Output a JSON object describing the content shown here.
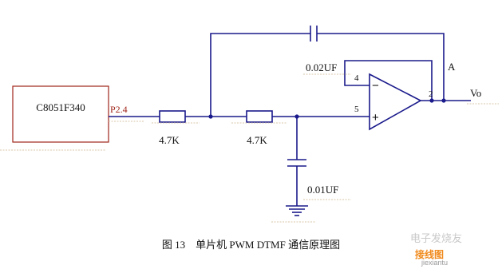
{
  "diagram": {
    "mcu_label": "C8051F340",
    "port_label": "P2.4",
    "r1_label": "4.7K",
    "r2_label": "4.7K",
    "c_feedback_label": "0.02UF",
    "c_ground_label": "0.01UF",
    "pin_inverting": "4",
    "pin_noninverting": "5",
    "pin_output": "2",
    "node_a_label": "A",
    "output_label": "Vo",
    "minus_sign": "−",
    "plus_sign": "+"
  },
  "caption": "图 13　单片机 PWM DTMF 通信原理图",
  "watermark": {
    "name": "电子发烧友",
    "site": "接线图",
    "url": "jiexiantu"
  },
  "colors": {
    "wire": "#1a1a8c",
    "port_label": "#a0261a",
    "watermark_orange": "#f08a1c"
  }
}
